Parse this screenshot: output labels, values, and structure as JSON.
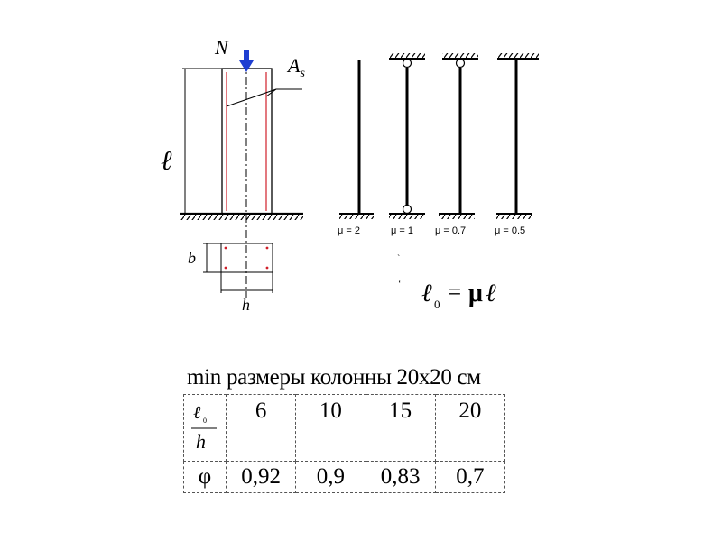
{
  "diagram": {
    "column": {
      "load_label": "N",
      "rebar_label": "A",
      "rebar_subscript": "s",
      "length_label": "ℓ",
      "section_width_label": "b",
      "section_height_label": "h",
      "load_arrow_color": "#1f3fd1",
      "rebar_color": "#d0202a"
    },
    "supports": [
      {
        "mu_label": "μ = 2"
      },
      {
        "mu_label": "μ = 1"
      },
      {
        "mu_label": "μ = 0.7"
      },
      {
        "mu_label": "μ = 0.5"
      }
    ],
    "formula": {
      "lhs": "ℓ",
      "lhs_subscript": "0",
      "eq": " = ",
      "rhs_mu": "μ",
      "rhs_l": "ℓ"
    }
  },
  "table": {
    "title": "min размеры колонны 20х20 см",
    "ratio_numerator": "ℓ",
    "ratio_numerator_subscript": "0",
    "ratio_denominator": "h",
    "phi_label": "φ",
    "ratios": [
      "6",
      "10",
      "15",
      "20"
    ],
    "phi_values": [
      "0,92",
      "0,9",
      "0,83",
      "0,7"
    ]
  }
}
